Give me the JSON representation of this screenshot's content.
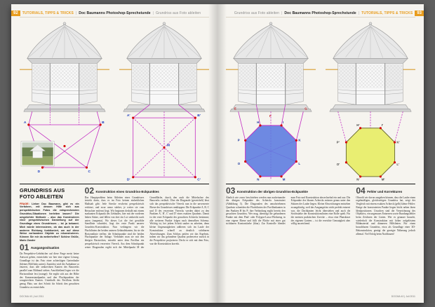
{
  "colors": {
    "accent_orange": "#e89c1c",
    "construction_magenta": "#c22bc2",
    "horizon_orange": "#d79b2f",
    "octagon_blue": "#5b7ae0",
    "octagon_yellow": "#e9ee72",
    "vertex_red": "#d40000",
    "frage_red": "#c22200",
    "page_background": "#f6f4ef"
  },
  "spread": {
    "sep": "|",
    "left": {
      "page_num": "92",
      "section": "TUTORIALS, TIPPS & TRICKS",
      "kicker_mid": "Doc Baumanns Photoshop-Sprechstunde",
      "kicker_right": "Grundriss aus Foto ableiten",
      "footer": "DOCMA 40 | Juli 2011"
    },
    "right": {
      "page_num": "93",
      "kicker_left": "Grundriss aus Foto ableiten",
      "kicker_mid": "Doc Baumanns Photoshop-Sprechstunde",
      "section": "TUTORIALS, TIPPS & TRICKS",
      "footer": "DOCMA 40 | Juli 2011"
    }
  },
  "article": {
    "title": "GRUNDRISS AUS FOTO ABLEITEN",
    "question_label": "FRAGE:",
    "question_text": "Lieber Doc Baumann, gibt es ein Verfahren, mit dessen Hilfe sich aus perspektivischen Fotos die entsprechenden Grundriss-Situationen herleiten lassen? Die umgekehrte Methode – also das Konstruieren einer perspektivischen Darstellung auf der Grundlage eines Grundrisses – ist ja bekannt. Mich würde interessieren, ob das auch in der anderen Richtung funktioniert, um auf diese Weise vorhandene Objekte zu rekonstruieren. Können Sie mir da weiterhelfen? Schöne Grüße, Mario Zander",
    "sections": [
      {
        "num": "01",
        "title": "Ausgangssituation",
        "body": "Da Perspektive-Lehrbücher auf diese Frage meist keine Antwort geben, entwickeln wir hier eine eigene Lösung. Grundlage ist das Foto einer achteckigen Gartenlaube (kleines Bild links unten). Zunächst wird die Aufnahme so entzerrt, dass alle senkrechten Kanten des Bauwerks parallel zum Bildrand stehen. Anschließend legen wir die Horizontlinie fest (orange): Sie ergibt sich aus der Höhe des Kamerastandpunkts und den Fluchtpunkten der waagerechten Kanten. Unterhalb des Pavillons bleibt genug Platz, um dort Schritt für Schritt den gesuchten Grundriss zu entwickeln."
      },
      {
        "num": "02",
        "title": "Konstruktion eines Grundriss-Eckpunktes",
        "body": "Das Hauptproblem beim Ableiten eines Grundrisses besteht darin, dass es im Foto keinen einheitlichen Maßstab gibt: Jede Strecke erscheint perspektivisch verkürzt, und zwar umso stärker, je weiter sie vom Betrachter entfernt liegt. Wir beginnen deshalb mit einem markanten Eckpunkt des Gebäudes, hier mit der vorderen linken Stütze, und fällen von dort ein Lot senkrecht nach unten (magenta). Wo dieses Lot die frei gewählte Standlinie schneidet, liegt der erste Punkt unserer Grundriss-Konstruktion. Nun verlängern wir die Fluchtlinien der beiden unteren Gebäudekanten, bis sie die Horizontlinie treffen; die Schnittpunkte sind die beiden Fluchtpunkte der Anlage. Verbindet man sie mit den übrigen Basisecken, entsteht unter dem Pavillon ein perspektivisch verzerrtes Viereck. Aus dem Schnittpunkt seiner Diagonalen ergibt sich der Mittelpunkt M der Grundfläche, durch den auch die Mittelachse des Bauwerks verläuft. Über die Diagonale (gestrichelt) lässt sich das perspektivische Viereck nun in die unverzerrte Ebene des Grundrisses umklappen: Die Eckpunkte A, B, C und D des verzerrten Vierecks werden dabei zu den Punkten A', B', C' und D' eines exakten Quadrats. Damit ist der erste Eckpunkt des gesuchten Achtecks bestimmt; alle weiteren Punkte folgen nach demselben Schema. Wichtig ist, bei jedem Schritt sauber zu arbeiten, denn kleine Ungenauigkeiten addieren sich im Laufe der Konstruktion schnell zu deutlich sichtbaren Abweichungen. Zum Schluss prüfen wir das Ergebnis, indem wir das gefundene Quadrat probeweise zurück in die Perspektive projizieren: Deckt es sich mit dem Foto, war die Konstruktion korrekt."
      },
      {
        "num": "03",
        "title": "Konstruktion der übrigen Grundriss-Eckpunkte",
        "body": "Ähnlich wie zuvor beschrieben werden nun nacheinander die übrigen Eckpunkte des Achtecks konstruiert (Abbildung 3). Die Diagonalen des umschriebenen Quadrats schneiden die Fluchtlinien der Pavillonkanten in den Punkten H bis P; ihre Verbindung ergibt bereits den gesuchten Grundriss. Wer mag, überträgt die gefundenen Punkte mit dem Pfad- oder Polygon-Lasso-Werkzeug in eine eigene Ebene und füllt die Fläche mit einer gut sichtbaren Kontrastfarbe (blau). Zur Kontrolle blendet man Foto und Konstruktion abwechselnd ein und aus: Die Eckpunkte des blauen Achtecks müssen genau unter den Stützen der Laube liegen. Kleine Abweichungen entstehen zwangsläufig, weil das Ausgangsfoto nicht perfekt entzerrt war, die Dachkanten leicht überstehen und auch die Strichstärke der Konstruktionslinien eine Rolle spielt. Für die meisten praktischen Zwecke – etwa eine Planskizze des eigenen Gartens – ist die erreichte Genauigkeit aber völlig ausreichend."
      },
      {
        "num": "04",
        "title": "Fehler und Korrekturen",
        "body": "Obwohl wir davon ausgehen können, dass die Laube einen regelmäßigen, gleichseitigen Grundriss hat, zeigt der Vergleich mit einem exakten Achteck (gelb) kleine Fehler: Einige der konstruierten Punkte liegen leicht neben ihren Idealpositionen. Ursachen sind die Verzeichnung des Objektivs, ein ungenaues Entzerren sowie Rundungsfehler beim Zeichnen der Linien. Wer es genauer braucht, wiederholt die Konstruktion mit höher aufgelöstem Bildmaterial und dünneren Hilfslinien. Für einen brauchbaren Grundriss, etwa als Grundlage einer 3D-Rekonstruktion, genügt die gezeigte Näherung jedoch allemal. Viel Erfolg beim Nachbauen!"
      }
    ]
  },
  "figures": {
    "fig1": {
      "labels": [
        "A",
        "B",
        "C",
        "D"
      ]
    },
    "fig2": {
      "labels": [
        "A'",
        "B'",
        "C'",
        "D'",
        "M"
      ]
    },
    "fig3": {
      "labels": [
        "H",
        "I",
        "K",
        "L",
        "M",
        "N",
        "O",
        "P"
      ],
      "corner_labels": [
        "E",
        "F",
        "G"
      ]
    },
    "fig4": {
      "labels": [
        "H'",
        "I'",
        "K'",
        "L'",
        "M'",
        "N'",
        "O'",
        "P'"
      ]
    }
  }
}
